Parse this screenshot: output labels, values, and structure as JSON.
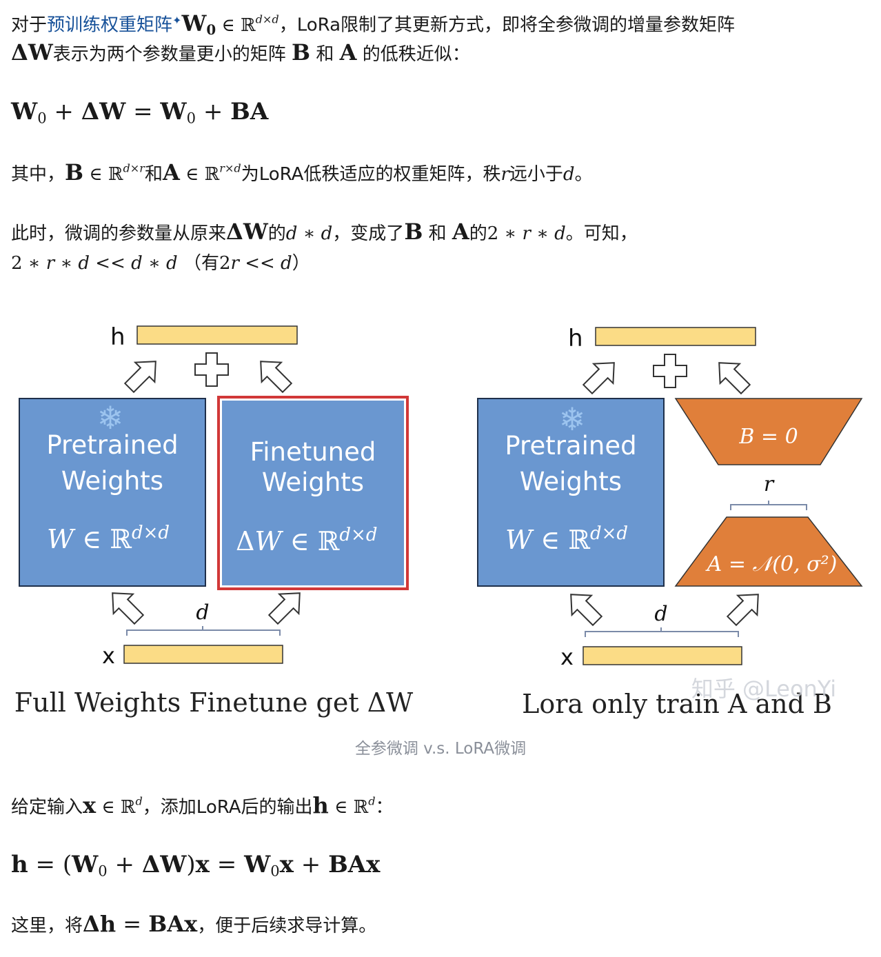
{
  "intro": {
    "t1": "对于",
    "link": "预训练权重矩阵",
    "t2": "，LoRa限制了其更新方式，即将全参微调的增量参数矩阵",
    "t3": "表示为两个参数量更小的矩阵",
    "and1": "和",
    "t4": "的低秩近似："
  },
  "where": {
    "t1": "其中，",
    "and": "和",
    "t2": "为LoRA低秩适应的权重矩阵，秩",
    "t3": "远小于",
    "t4": "。"
  },
  "params": {
    "t1": "此时，微调的参数量从原来",
    "t2": "的",
    "t3": "，变成了",
    "and": "和",
    "t4": "的",
    "t5": "。可知，",
    "t6": "（有",
    "t7": "）"
  },
  "figure": {
    "left": {
      "h_label": "h",
      "x_label": "x",
      "d_label": "d",
      "box1_line1": "Pretrained",
      "box1_line2": "Weights",
      "box2_line1": "Finetuned",
      "box2_line2": "Weights",
      "title": "Full Weights Finetune get ΔW"
    },
    "right": {
      "h_label": "h",
      "x_label": "x",
      "d_label": "d",
      "r_label": "r",
      "box1_line1": "Pretrained",
      "box1_line2": "Weights",
      "b_label": "B = 0",
      "a_label": "A = 𝒩(0, σ²)",
      "title": "Lora only train A and B"
    },
    "watermark": "知乎 @LeonYi",
    "colors": {
      "box_blue": "#6a97d0",
      "bar_yellow": "#fbdc86",
      "trap_orange": "#e07f3a",
      "red_border": "#d13838"
    }
  },
  "caption": "全参微调 v.s. LoRA微调",
  "output_para": {
    "t1": "给定输入",
    "t2": "，添加LoRA后的输出",
    "t3": "："
  },
  "last_para": {
    "t1": "这里，将",
    "t2": "，便于后续求导计算。"
  }
}
